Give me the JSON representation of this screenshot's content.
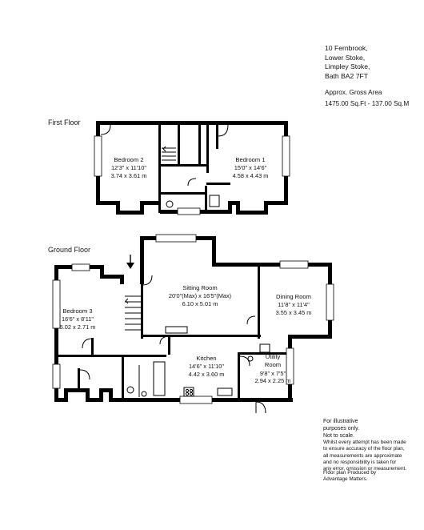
{
  "address": [
    "10 Fernbrook,",
    "Lower Stoke,",
    "Limpley Stoke,",
    "Bath BA2 7FT"
  ],
  "gross_area": {
    "label": "Approx. Gross Area",
    "value": "1475.00 Sq.Ft - 137.00 Sq.M"
  },
  "floors": {
    "first": "First Floor",
    "ground": "Ground Floor"
  },
  "rooms": {
    "bedroom2": {
      "name": "Bedroom 2",
      "imperial": "12'3\" x 11'10\"",
      "metric": "3.74 x 3.61 m"
    },
    "bedroom1": {
      "name": "Bedroom 1",
      "imperial": "15'0\" x 14'6\"",
      "metric": "4.58 x 4.43 m"
    },
    "sitting": {
      "name": "Sitting Room",
      "imperial": "20'0\"(Max) x 16'5\"(Max)",
      "metric": "6.10 x 5.01 m"
    },
    "dining": {
      "name": "Dining Room",
      "imperial": "11'8\" x 11'4\"",
      "metric": "3.55 x 3.45 m"
    },
    "bedroom3": {
      "name": "Bedroom 3",
      "imperial": "16'6\" x 8'11\"",
      "metric": "5.02 x 2.71 m"
    },
    "kitchen": {
      "name": "Kitchen",
      "imperial": "14'6\" x 11'10\"",
      "metric": "4.42 x 3.60 m"
    },
    "utility": {
      "name": "Utility",
      "name2": "Room",
      "imperial": "9'8\" x 7'5\"",
      "metric": "2.94 x 2.25 m"
    }
  },
  "disclaimer": {
    "illustrative": [
      "For illustrative",
      "purposes only.",
      "Not to scale."
    ],
    "accuracy": [
      "Whilst every attempt has been made",
      "to ensure accuracy of the floor plan,",
      "all measurements are approximate",
      "and no responsibility is taken for",
      "any error, omission or measurement."
    ],
    "producer": [
      "Floor plan Produced by",
      "Advantage Matters."
    ]
  }
}
